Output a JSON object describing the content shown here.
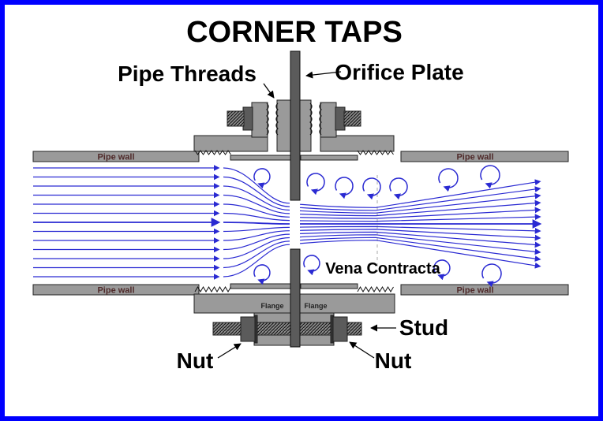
{
  "title": "CORNER TAPS",
  "labels": {
    "pipe_threads": "Pipe Threads",
    "orifice_plate": "Orifice Plate",
    "vena_contracta": "Vena Contracta",
    "stud": "Stud",
    "nut_left": "Nut",
    "nut_right": "Nut",
    "flange_left": "Flange",
    "flange_right": "Flange",
    "pipe_wall_top_left": "Pipe wall",
    "pipe_wall_top_right": "Pipe wall",
    "pipe_wall_bottom_left": "Pipe wall",
    "pipe_wall_bottom_right": "Pipe wall"
  },
  "colors": {
    "frame": "#0000ff",
    "metal": "#9a9a9a",
    "metal_dark": "#5b5b5b",
    "flow": "#2a2ad2",
    "wall_text": "#4f2a2a",
    "flange_text": "#222222",
    "label_text": "#000000"
  }
}
